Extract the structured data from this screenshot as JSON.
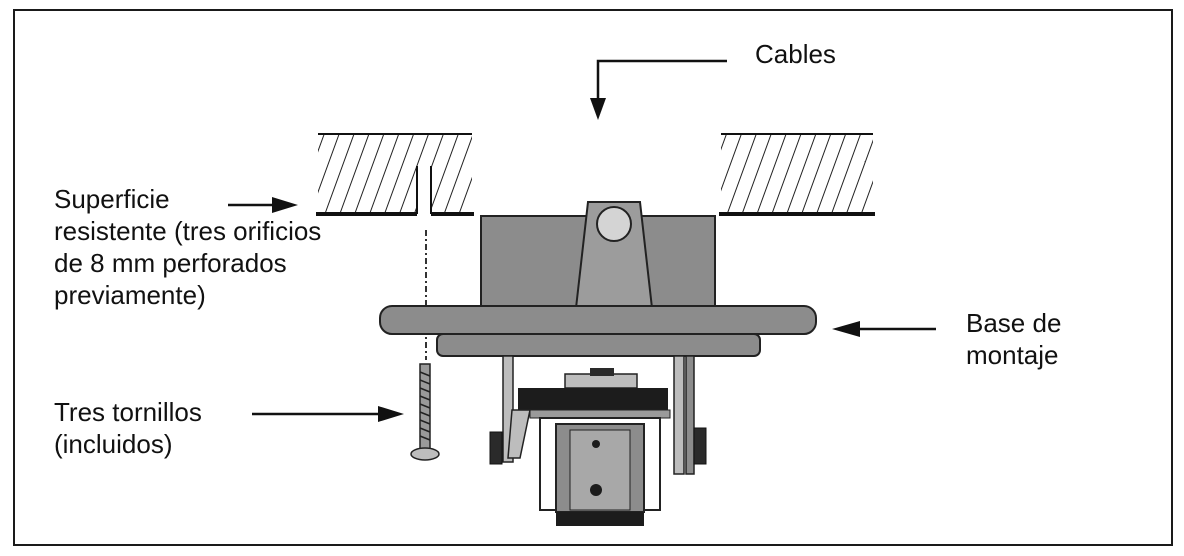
{
  "labels": {
    "cables": "Cables",
    "surface": "Superficie\nresistente (tres orificios\nde 8 mm perforados\npreviamente)",
    "mount_base": "Base de\nmontaje",
    "screws": "Tres tornillos\n(incluidos)"
  },
  "colors": {
    "outline": "#1a1a1a",
    "body_gray": "#8c8c8c",
    "light_gray": "#b9b9b9",
    "dark": "#1c1c1c"
  }
}
